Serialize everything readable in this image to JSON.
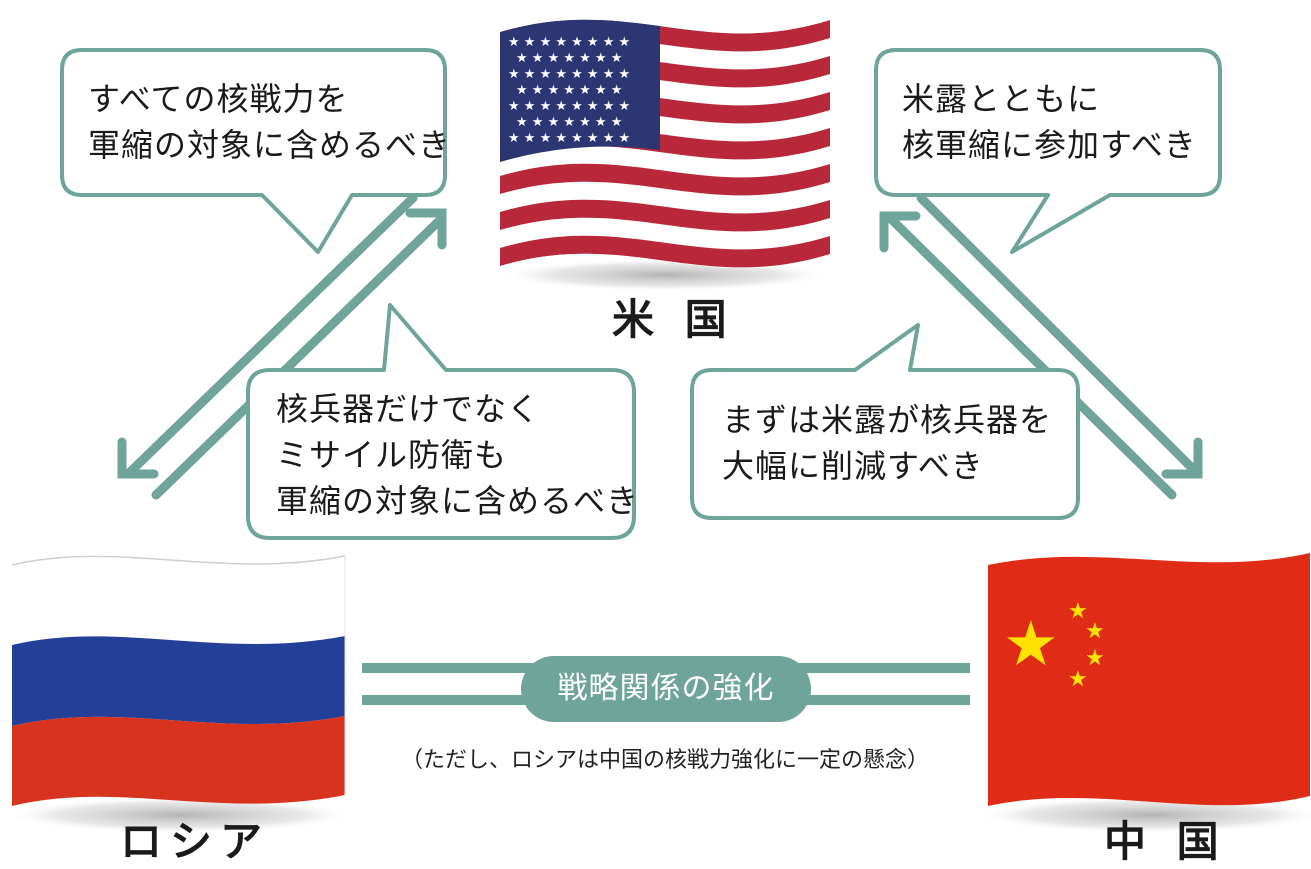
{
  "colors": {
    "accent": "#6fa49b",
    "us_red": "#b8283a",
    "us_blue": "#2c3672",
    "ru_blue": "#243f97",
    "ru_red": "#d8331f",
    "cn_red": "#e02b16",
    "cn_star": "#ffe200"
  },
  "icons": {
    "us": "us-flag",
    "russia": "russia-flag",
    "china": "china-flag"
  },
  "countries": {
    "us": "米 国",
    "russia": "ロシア",
    "china": "中 国"
  },
  "bubbles": {
    "us_to_russia": [
      "すべての核戦力を",
      "軍縮の対象に含めるべき"
    ],
    "us_to_china": [
      "米露とともに",
      "核軍縮に参加すべき"
    ],
    "russia_to_us": [
      "核兵器だけでなく",
      "ミサイル防衛も",
      "軍縮の対象に含めるべき"
    ],
    "china_to_us": [
      "まずは米露が核兵器を",
      "大幅に削減すべき"
    ]
  },
  "relation": {
    "label": "戦略関係の強化",
    "note": "（ただし、ロシアは中国の核戦力強化に一定の懸念）"
  }
}
